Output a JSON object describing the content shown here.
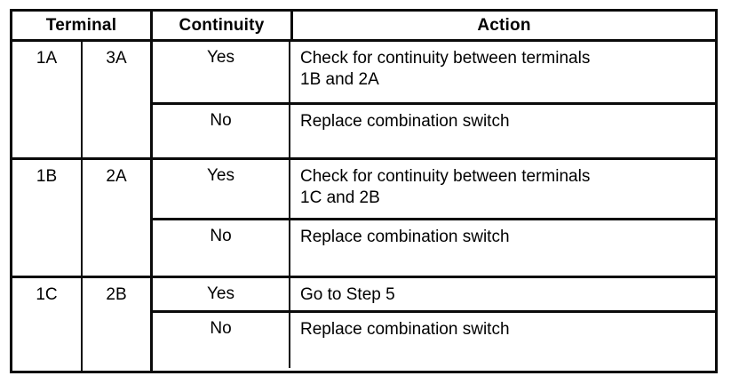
{
  "table": {
    "columns": [
      {
        "key": "terminal",
        "label": "Terminal"
      },
      {
        "key": "continuity",
        "label": "Continuity"
      },
      {
        "key": "action",
        "label": "Action"
      }
    ],
    "groups": [
      {
        "terminal_a": "1A",
        "terminal_b": "3A",
        "rows": [
          {
            "continuity": "Yes",
            "action": "Check for continuity between terminals\n1B and 2A"
          },
          {
            "continuity": "No",
            "action": "Replace combination switch"
          }
        ]
      },
      {
        "terminal_a": "1B",
        "terminal_b": "2A",
        "rows": [
          {
            "continuity": "Yes",
            "action": "Check for continuity between terminals\n1C and 2B"
          },
          {
            "continuity": "No",
            "action": "Replace combination switch"
          }
        ]
      },
      {
        "terminal_a": "1C",
        "terminal_b": "2B",
        "rows": [
          {
            "continuity": "Yes",
            "action": "Go to Step 5"
          },
          {
            "continuity": "No",
            "action": "Replace combination switch"
          }
        ]
      }
    ]
  },
  "colors": {
    "ink": "#000000",
    "paper": "#ffffff"
  }
}
